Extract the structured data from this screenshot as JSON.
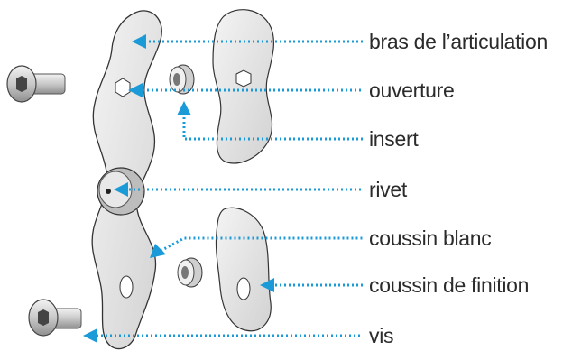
{
  "diagram": {
    "accent_color": "#1a9bd7",
    "part_color": "#e6e6e6",
    "labels": [
      {
        "id": "arm",
        "text": "bras de l’articulation"
      },
      {
        "id": "opening",
        "text": "ouverture"
      },
      {
        "id": "insert",
        "text": "insert"
      },
      {
        "id": "rivet",
        "text": "rivet"
      },
      {
        "id": "white-pad",
        "text": "coussin blanc"
      },
      {
        "id": "finish-pad",
        "text": "coussin de finition"
      },
      {
        "id": "screw",
        "text": "vis"
      }
    ],
    "icons": [
      "screw-icon",
      "hinge-arm-icon",
      "threaded-insert-icon",
      "rivet-icon",
      "arrow-icon"
    ]
  }
}
